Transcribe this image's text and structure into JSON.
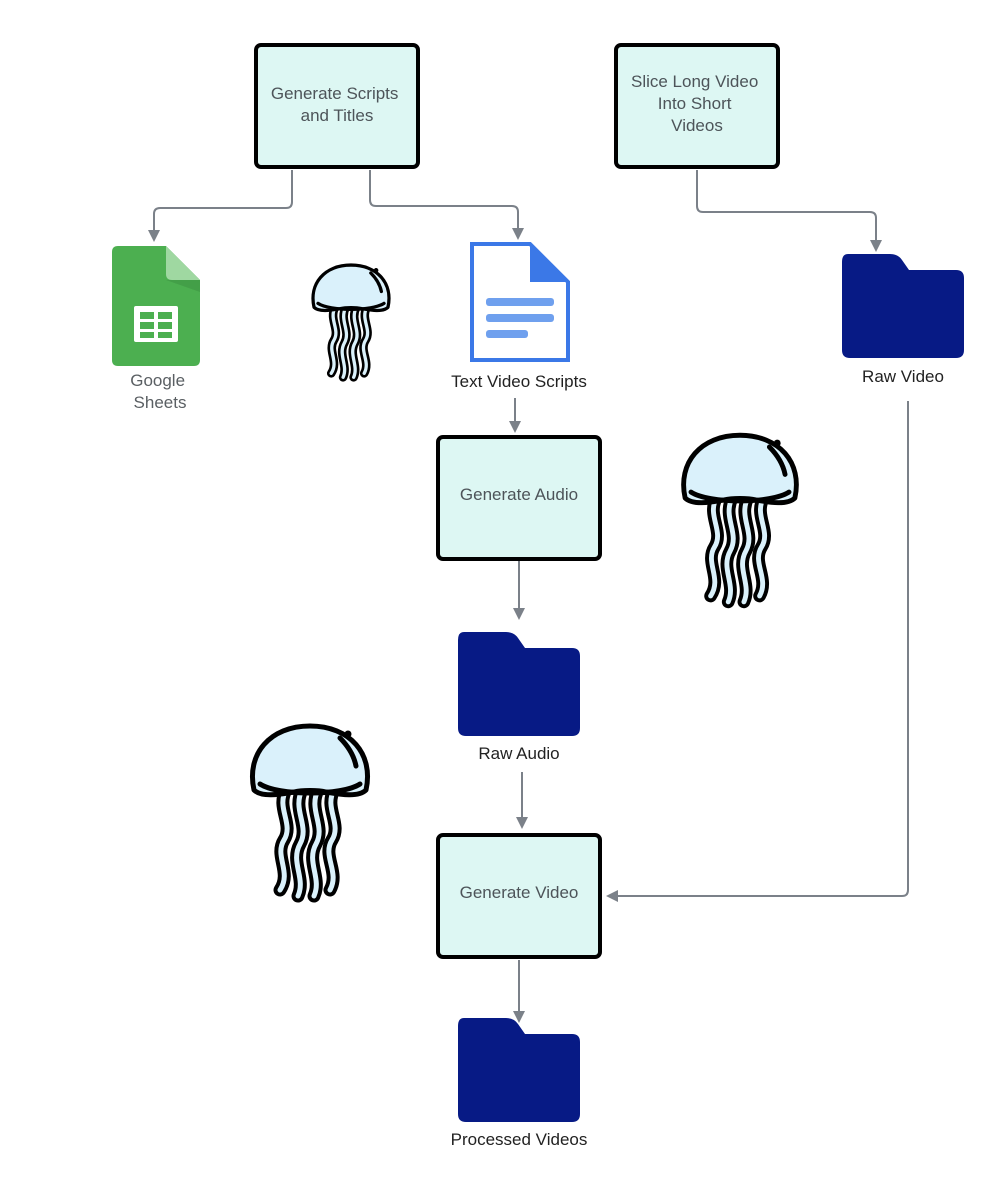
{
  "diagram": {
    "process_boxes": {
      "generate_scripts": [
        "Generate Scripts",
        "and Titles"
      ],
      "slice_video": [
        "Slice Long Video",
        "Into Short",
        "Videos"
      ],
      "generate_audio": [
        "Generate Audio"
      ],
      "generate_video": [
        "Generate Video"
      ]
    },
    "data_nodes": {
      "google_sheets": [
        "Google",
        "Sheets"
      ],
      "text_video_scripts": "Text Video Scripts",
      "raw_video": "Raw Video",
      "raw_audio": "Raw Audio",
      "processed_videos": "Processed Videos"
    },
    "icons": {
      "spreadsheet": "google-sheets-icon",
      "document": "google-docs-icon",
      "folder": "folder-icon",
      "mascot": "jellyfish-icon"
    },
    "colors": {
      "process_fill": "#ddf7f3",
      "process_border": "#000000",
      "folder": "#071a85",
      "connector": "#7b8189",
      "sheets_green": "#4caf50",
      "docs_blue": "#4285f4",
      "jellyfish_fill": "#daf1fb"
    }
  }
}
